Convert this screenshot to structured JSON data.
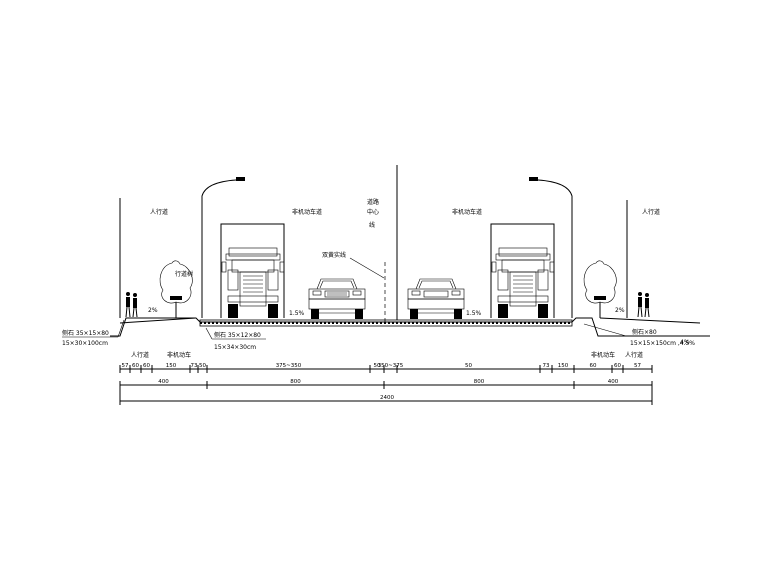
{
  "labels": {
    "lane_left": "非机动车道",
    "lane_right": "非机动车道",
    "sidewalk_left": "人行道",
    "sidewalk_right": "人行道",
    "center_line_1": "道路",
    "center_line_2": "中心",
    "center_line_3": "线",
    "median_marking": "双黄实线",
    "tree": "行道树",
    "curb_left_1": "侧石 35×15×80",
    "curb_left_2": "15×30×100cm",
    "curb_mid_1": "侧石 35×12×80",
    "curb_mid_2": "15×34×30cm",
    "curb_right_1": "侧石×80",
    "curb_right_2": "15×15×150cm ,4.5%",
    "curb_right_mark": "4%",
    "slope_walk_left": "2%",
    "slope_walk_right": "2%",
    "slope_road_left": "1.5%",
    "slope_road_right": "1.5%",
    "zone_left_1": "人行道",
    "zone_left_2": "非机动车",
    "zone_right_1": "非机动车",
    "zone_right_2": "人行道"
  },
  "dimensions": {
    "row1": [
      "57",
      "60",
      "60",
      "150",
      "73",
      "50",
      "375~350",
      "50",
      "350~375",
      "50",
      "73",
      "150",
      "60",
      "60",
      "57"
    ],
    "row2": [
      "400",
      "800",
      "800",
      "400"
    ],
    "total": "2400"
  }
}
